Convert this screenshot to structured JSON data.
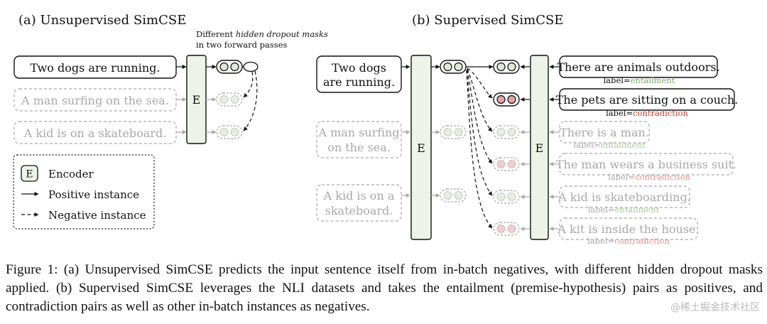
{
  "unsup": {
    "title": "(a) Unsupervised SimCSE",
    "note_prefix": "Different ",
    "note_italic": "hidden dropout masks",
    "note_line2": "in two forward passes",
    "sentences": [
      "Two dogs are running.",
      "A man surfing on the sea.",
      "A kid is on a skateboard."
    ],
    "encoder": "E"
  },
  "legend": {
    "encoder_symbol": "E",
    "encoder": "Encoder",
    "positive": "Positive instance",
    "negative": "Negative instance"
  },
  "sup": {
    "title": "(b) Supervised SimCSE",
    "premises": [
      [
        "Two dogs",
        "are running."
      ],
      [
        "A man surfing",
        "on the sea."
      ],
      [
        "A kid is on a",
        "skateboard."
      ]
    ],
    "encoder_left": "E",
    "encoder_right": "E",
    "label_prefix": "label=",
    "hypotheses": [
      {
        "text": "There are animals outdoors.",
        "label": "entailment"
      },
      {
        "text": "The pets are sitting on a couch.",
        "label": "contradiction"
      },
      {
        "text": "There is a man.",
        "label": "entailment"
      },
      {
        "text": "The man wears a business suit.",
        "label": "contradiction"
      },
      {
        "text": "A kid is skateboarding.",
        "label": "entailment"
      },
      {
        "text": "A kit is inside the house.",
        "label": "contradiction"
      }
    ]
  },
  "caption": {
    "label": "Figure 1:",
    "text": "(a) Unsupervised SimCSE predicts the input sentence itself from in-batch negatives, with different hidden dropout masks applied. (b) Supervised SimCSE leverages the NLI datasets and takes the entailment (premise-hypothesis) pairs as positives, and contradiction pairs as well as other in-batch instances as negatives."
  },
  "watermark": "@稀土掘金技术社区",
  "colors": {
    "ink": "#111111",
    "faded": "#a8a8a8",
    "node_fill": "#dfe8d6",
    "encoder_fill": "#eef3e8",
    "contradiction_fill": "#e2a5a7",
    "entailment_text": "#7aab60",
    "contradiction_text": "#c43a2c"
  }
}
